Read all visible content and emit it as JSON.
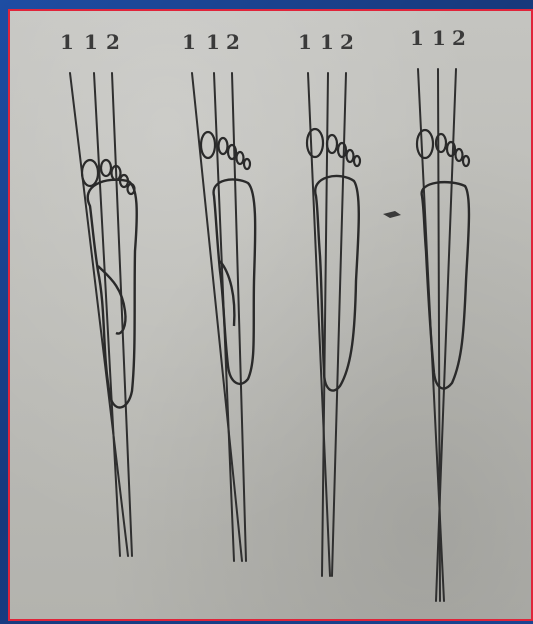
{
  "figure": {
    "panels": [
      {
        "labels": [
          "1",
          "1",
          "2"
        ]
      },
      {
        "labels": [
          "1",
          "1",
          "2"
        ]
      },
      {
        "labels": [
          "1",
          "1",
          "2"
        ]
      },
      {
        "labels": [
          "1",
          "1",
          "2"
        ]
      }
    ]
  },
  "colors": {
    "background": "#1b3f8a",
    "border": "#e0243a",
    "paper": "#c0c0bb",
    "ink": "#2a2a2a"
  }
}
